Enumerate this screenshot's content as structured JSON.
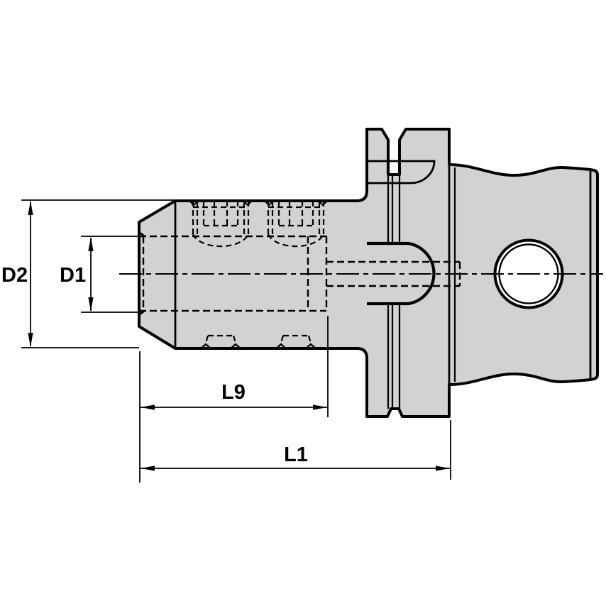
{
  "labels": {
    "d2": "D2",
    "d1": "D1",
    "l9": "L9",
    "l1": "L1"
  },
  "colors": {
    "background": "#ffffff",
    "part_fill": "#d2d2d2",
    "line": "#000000"
  }
}
